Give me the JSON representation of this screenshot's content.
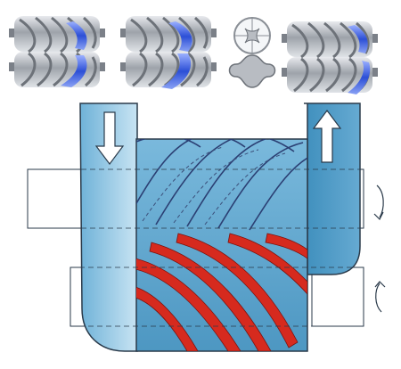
{
  "diagram": {
    "stages": [
      {
        "id": "stage-1",
        "kind": "rotor-pair",
        "highlight": "blue-lobe"
      },
      {
        "id": "stage-2",
        "kind": "rotor-pair",
        "highlight": "blue-lobe"
      },
      {
        "id": "stage-3",
        "kind": "rotor-cross-section"
      },
      {
        "id": "stage-4",
        "kind": "rotor-pair",
        "highlight": "blue-lobe"
      }
    ],
    "arrows": [
      {
        "id": "inlet",
        "direction": "down",
        "icon": "arrow-down-icon"
      },
      {
        "id": "outlet",
        "direction": "up",
        "icon": "arrow-up-icon"
      }
    ],
    "rotation_icons": [
      "rotation-arrow-upper-icon",
      "rotation-arrow-lower-icon"
    ],
    "colors": {
      "housing_light": "#a9d3e8",
      "housing_dark": "#4f9bc4",
      "chamber": "#5fa8cf",
      "compressed_gas": "#d62a1e",
      "rotor_metal": "#b8bcc2",
      "rotor_blue": "#3a5ee0",
      "outline": "#2a3a4a"
    }
  }
}
